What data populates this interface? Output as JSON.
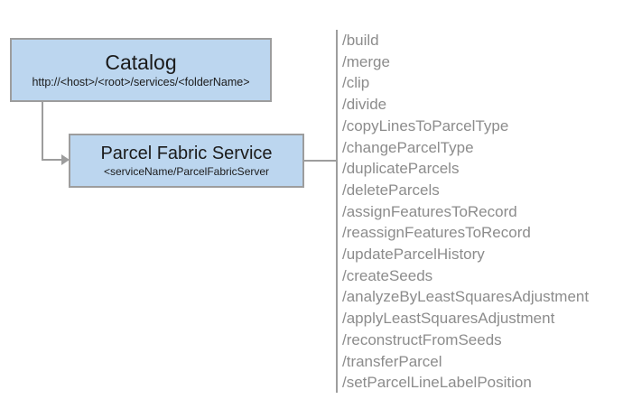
{
  "diagram": {
    "type": "architecture-diagram",
    "nodes": [
      {
        "id": "catalog",
        "title": "Catalog",
        "subtitle": "http://<host>/<root>/services/<folderName>"
      },
      {
        "id": "parcel_fabric_service",
        "title": "Parcel Fabric Service",
        "subtitle": "<serviceName/ParcelFabricServer"
      }
    ],
    "operations": [
      "/build",
      "/merge",
      "/clip",
      "/divide",
      "/copyLinesToParcelType",
      "/changeParcelType",
      "/duplicateParcels",
      "/deleteParcels",
      "/assignFeaturesToRecord",
      "/reassignFeaturesToRecord",
      "/updateParcelHistory",
      "/createSeeds",
      "/analyzeByLeastSquaresAdjustment",
      "/applyLeastSquaresAdjustment",
      "/reconstructFromSeeds",
      "/transferParcel",
      "/setParcelLineLabelPosition"
    ],
    "colors": {
      "node_fill": "#bcd6ef",
      "node_border": "#9d9d9d",
      "connector": "#9d9d9d",
      "operation_text": "#8c8c8c",
      "node_text": "#1b1b1b",
      "background": "#ffffff"
    }
  }
}
